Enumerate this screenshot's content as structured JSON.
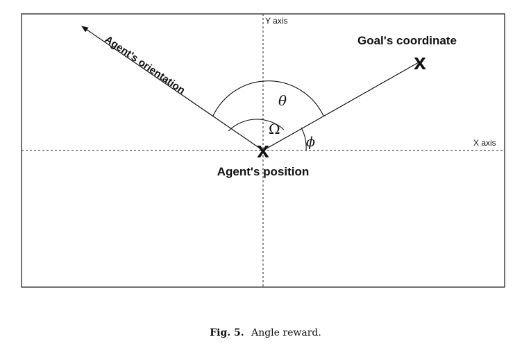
{
  "diagram": {
    "y_axis_label": "Y axis",
    "x_axis_label": "X axis",
    "goal_label": "Goal's coordinate",
    "agent_position_label": "Agent's position",
    "orientation_label": "Agent's orientation",
    "theta_symbol": "θ",
    "omega_symbol": "Ω",
    "phi_symbol": "ϕ",
    "marker_glyph": "x"
  },
  "caption": {
    "label": "Fig. 5.",
    "text": "Angle reward."
  }
}
